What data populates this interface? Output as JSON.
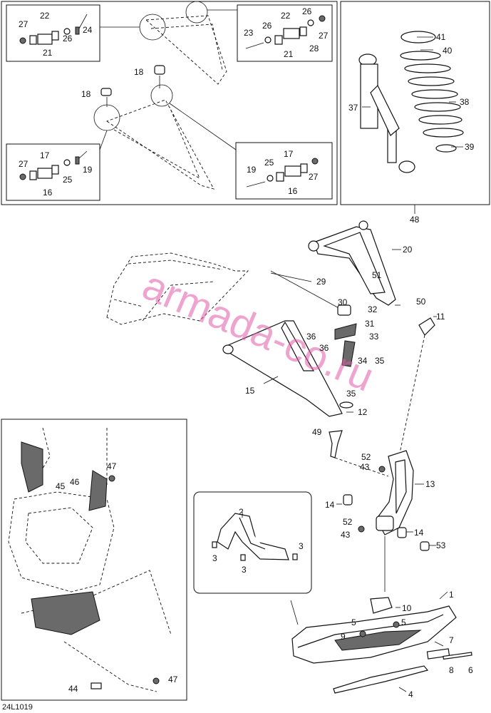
{
  "labels": [
    {
      "id": "c27a",
      "text": "27"
    },
    {
      "id": "c22a",
      "text": "22"
    },
    {
      "id": "c26a",
      "text": "26"
    },
    {
      "id": "c24",
      "text": "24"
    },
    {
      "id": "c21a",
      "text": "21"
    },
    {
      "id": "c22b",
      "text": "22"
    },
    {
      "id": "c26b",
      "text": "26"
    },
    {
      "id": "c23",
      "text": "23"
    },
    {
      "id": "c26c",
      "text": "26"
    },
    {
      "id": "c27b",
      "text": "27"
    },
    {
      "id": "c28",
      "text": "28"
    },
    {
      "id": "c21b",
      "text": "21"
    },
    {
      "id": "c18a",
      "text": "18"
    },
    {
      "id": "c18b",
      "text": "18"
    },
    {
      "id": "c27c",
      "text": "27"
    },
    {
      "id": "c17a",
      "text": "17"
    },
    {
      "id": "c25a",
      "text": "25"
    },
    {
      "id": "c19a",
      "text": "19"
    },
    {
      "id": "c16a",
      "text": "16"
    },
    {
      "id": "c17b",
      "text": "17"
    },
    {
      "id": "c19b",
      "text": "19"
    },
    {
      "id": "c25b",
      "text": "25"
    },
    {
      "id": "c27d",
      "text": "27"
    },
    {
      "id": "c16b",
      "text": "16"
    },
    {
      "id": "c41",
      "text": "41"
    },
    {
      "id": "c40",
      "text": "40"
    },
    {
      "id": "c37",
      "text": "37"
    },
    {
      "id": "c38",
      "text": "38"
    },
    {
      "id": "c39",
      "text": "39"
    },
    {
      "id": "c48",
      "text": "48"
    },
    {
      "id": "c20",
      "text": "20"
    },
    {
      "id": "c51",
      "text": "51"
    },
    {
      "id": "c50",
      "text": "50"
    },
    {
      "id": "c11",
      "text": "11"
    },
    {
      "id": "c29",
      "text": "29"
    },
    {
      "id": "c30",
      "text": "30"
    },
    {
      "id": "c32",
      "text": "32"
    },
    {
      "id": "c31",
      "text": "31"
    },
    {
      "id": "c36a",
      "text": "36"
    },
    {
      "id": "c33",
      "text": "33"
    },
    {
      "id": "c36b",
      "text": "36"
    },
    {
      "id": "c34",
      "text": "34"
    },
    {
      "id": "c35a",
      "text": "35"
    },
    {
      "id": "c35b",
      "text": "35"
    },
    {
      "id": "c15",
      "text": "15"
    },
    {
      "id": "c12",
      "text": "12"
    },
    {
      "id": "c49",
      "text": "49"
    },
    {
      "id": "c52a",
      "text": "52"
    },
    {
      "id": "c43a",
      "text": "43"
    },
    {
      "id": "c13",
      "text": "13"
    },
    {
      "id": "c14a",
      "text": "14"
    },
    {
      "id": "c52b",
      "text": "52"
    },
    {
      "id": "c43b",
      "text": "43"
    },
    {
      "id": "c14b",
      "text": "14"
    },
    {
      "id": "c53",
      "text": "53"
    },
    {
      "id": "c45",
      "text": "45"
    },
    {
      "id": "c46",
      "text": "46"
    },
    {
      "id": "c47a",
      "text": "47"
    },
    {
      "id": "c47b",
      "text": "47"
    },
    {
      "id": "c44",
      "text": "44"
    },
    {
      "id": "c2",
      "text": "2"
    },
    {
      "id": "c3a",
      "text": "3"
    },
    {
      "id": "c3b",
      "text": "3"
    },
    {
      "id": "c3c",
      "text": "3"
    },
    {
      "id": "c1",
      "text": "1"
    },
    {
      "id": "c10",
      "text": "10"
    },
    {
      "id": "c5a",
      "text": "5"
    },
    {
      "id": "c5b",
      "text": "5"
    },
    {
      "id": "c9",
      "text": "9"
    },
    {
      "id": "c7",
      "text": "7"
    },
    {
      "id": "c8",
      "text": "8"
    },
    {
      "id": "c6",
      "text": "6"
    },
    {
      "id": "c4",
      "text": "4"
    }
  ],
  "figure_code": "24L1019",
  "watermark": "armada-co.ru"
}
